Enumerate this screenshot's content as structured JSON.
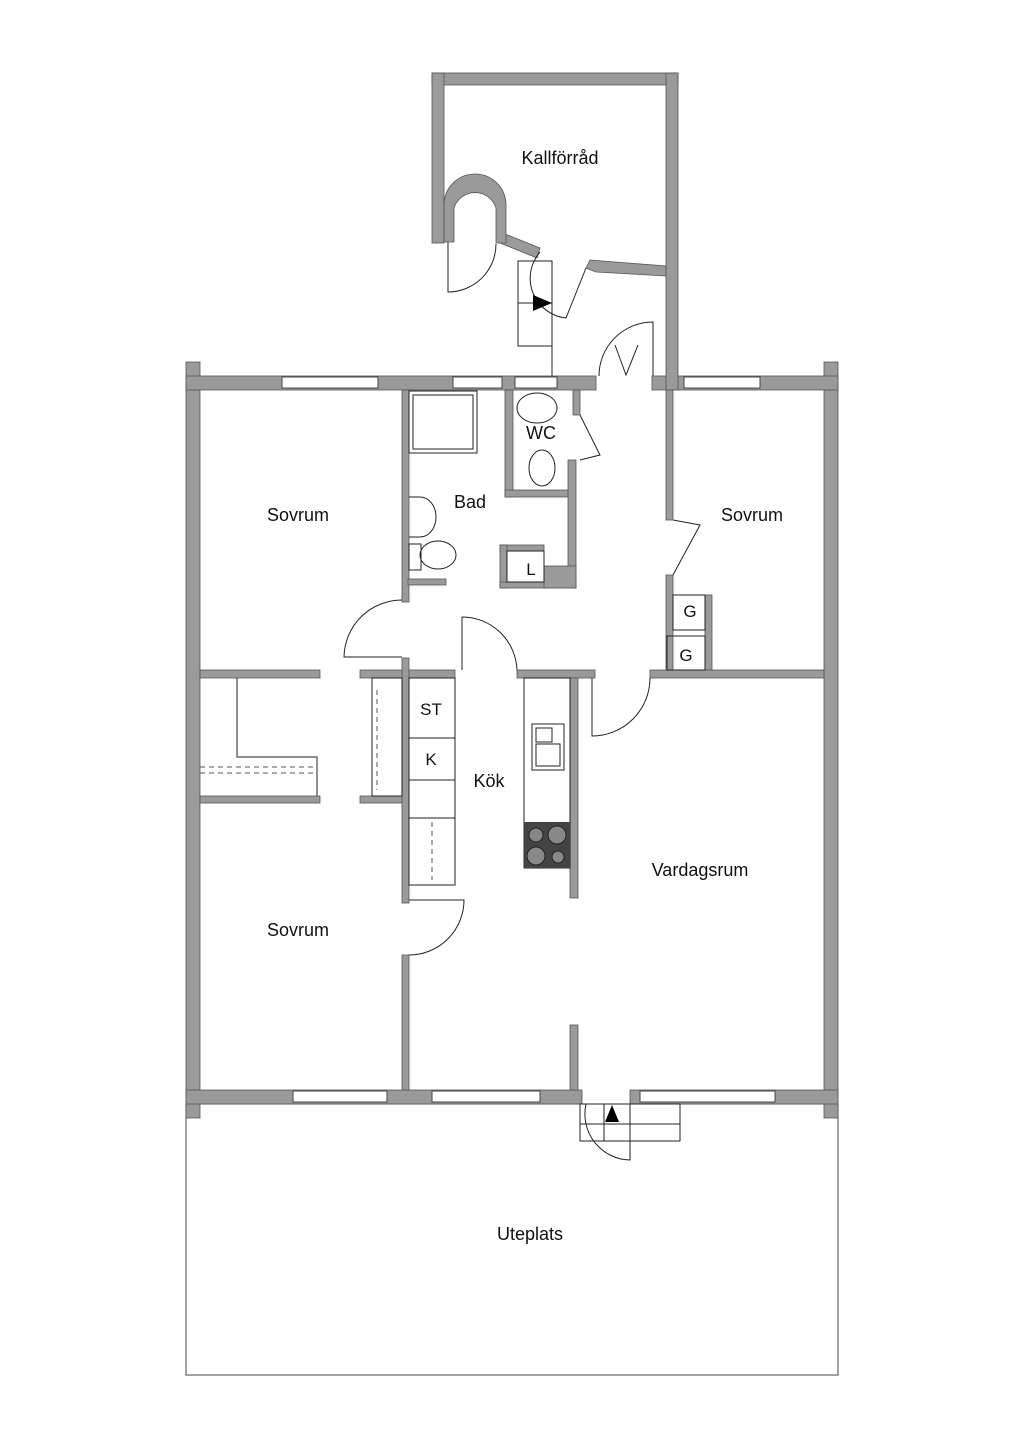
{
  "plan": {
    "rooms": {
      "kallforrad": "Kallförråd",
      "wc": "WC",
      "bad": "Bad",
      "sovrum_nw": "Sovrum",
      "sovrum_ne": "Sovrum",
      "sovrum_sw": "Sovrum",
      "kok": "Kök",
      "vardagsrum": "Vardagsrum",
      "uteplats": "Uteplats"
    },
    "fixtures": {
      "l": "L",
      "st": "ST",
      "k": "K",
      "g1": "G",
      "g2": "G"
    },
    "colors": {
      "wall": "#9a9a9a",
      "stove": "#444444"
    }
  }
}
